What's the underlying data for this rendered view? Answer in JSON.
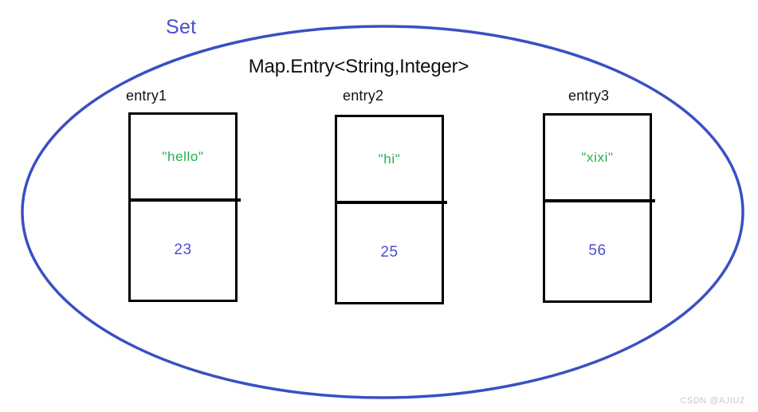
{
  "diagram": {
    "type": "set-of-map-entries",
    "container_label": "Set",
    "title": "Map.Entry<String,Integer>",
    "colors": {
      "ellipse_stroke": "#3a4fc4",
      "set_label": "#4a4fd0",
      "title": "#111111",
      "box_border": "#000000",
      "key_text": "#22b14c",
      "value_text": "#4a4fd0",
      "watermark": "#c8c8c8",
      "background": "#ffffff"
    },
    "entries": [
      {
        "label": "entry1",
        "key": "\"hello\"",
        "value": "23"
      },
      {
        "label": "entry2",
        "key": "\"hi\"",
        "value": "25"
      },
      {
        "label": "entry3",
        "key": "\"xixi\"",
        "value": "56"
      }
    ]
  },
  "watermark": "CSDN @AJIUZ"
}
